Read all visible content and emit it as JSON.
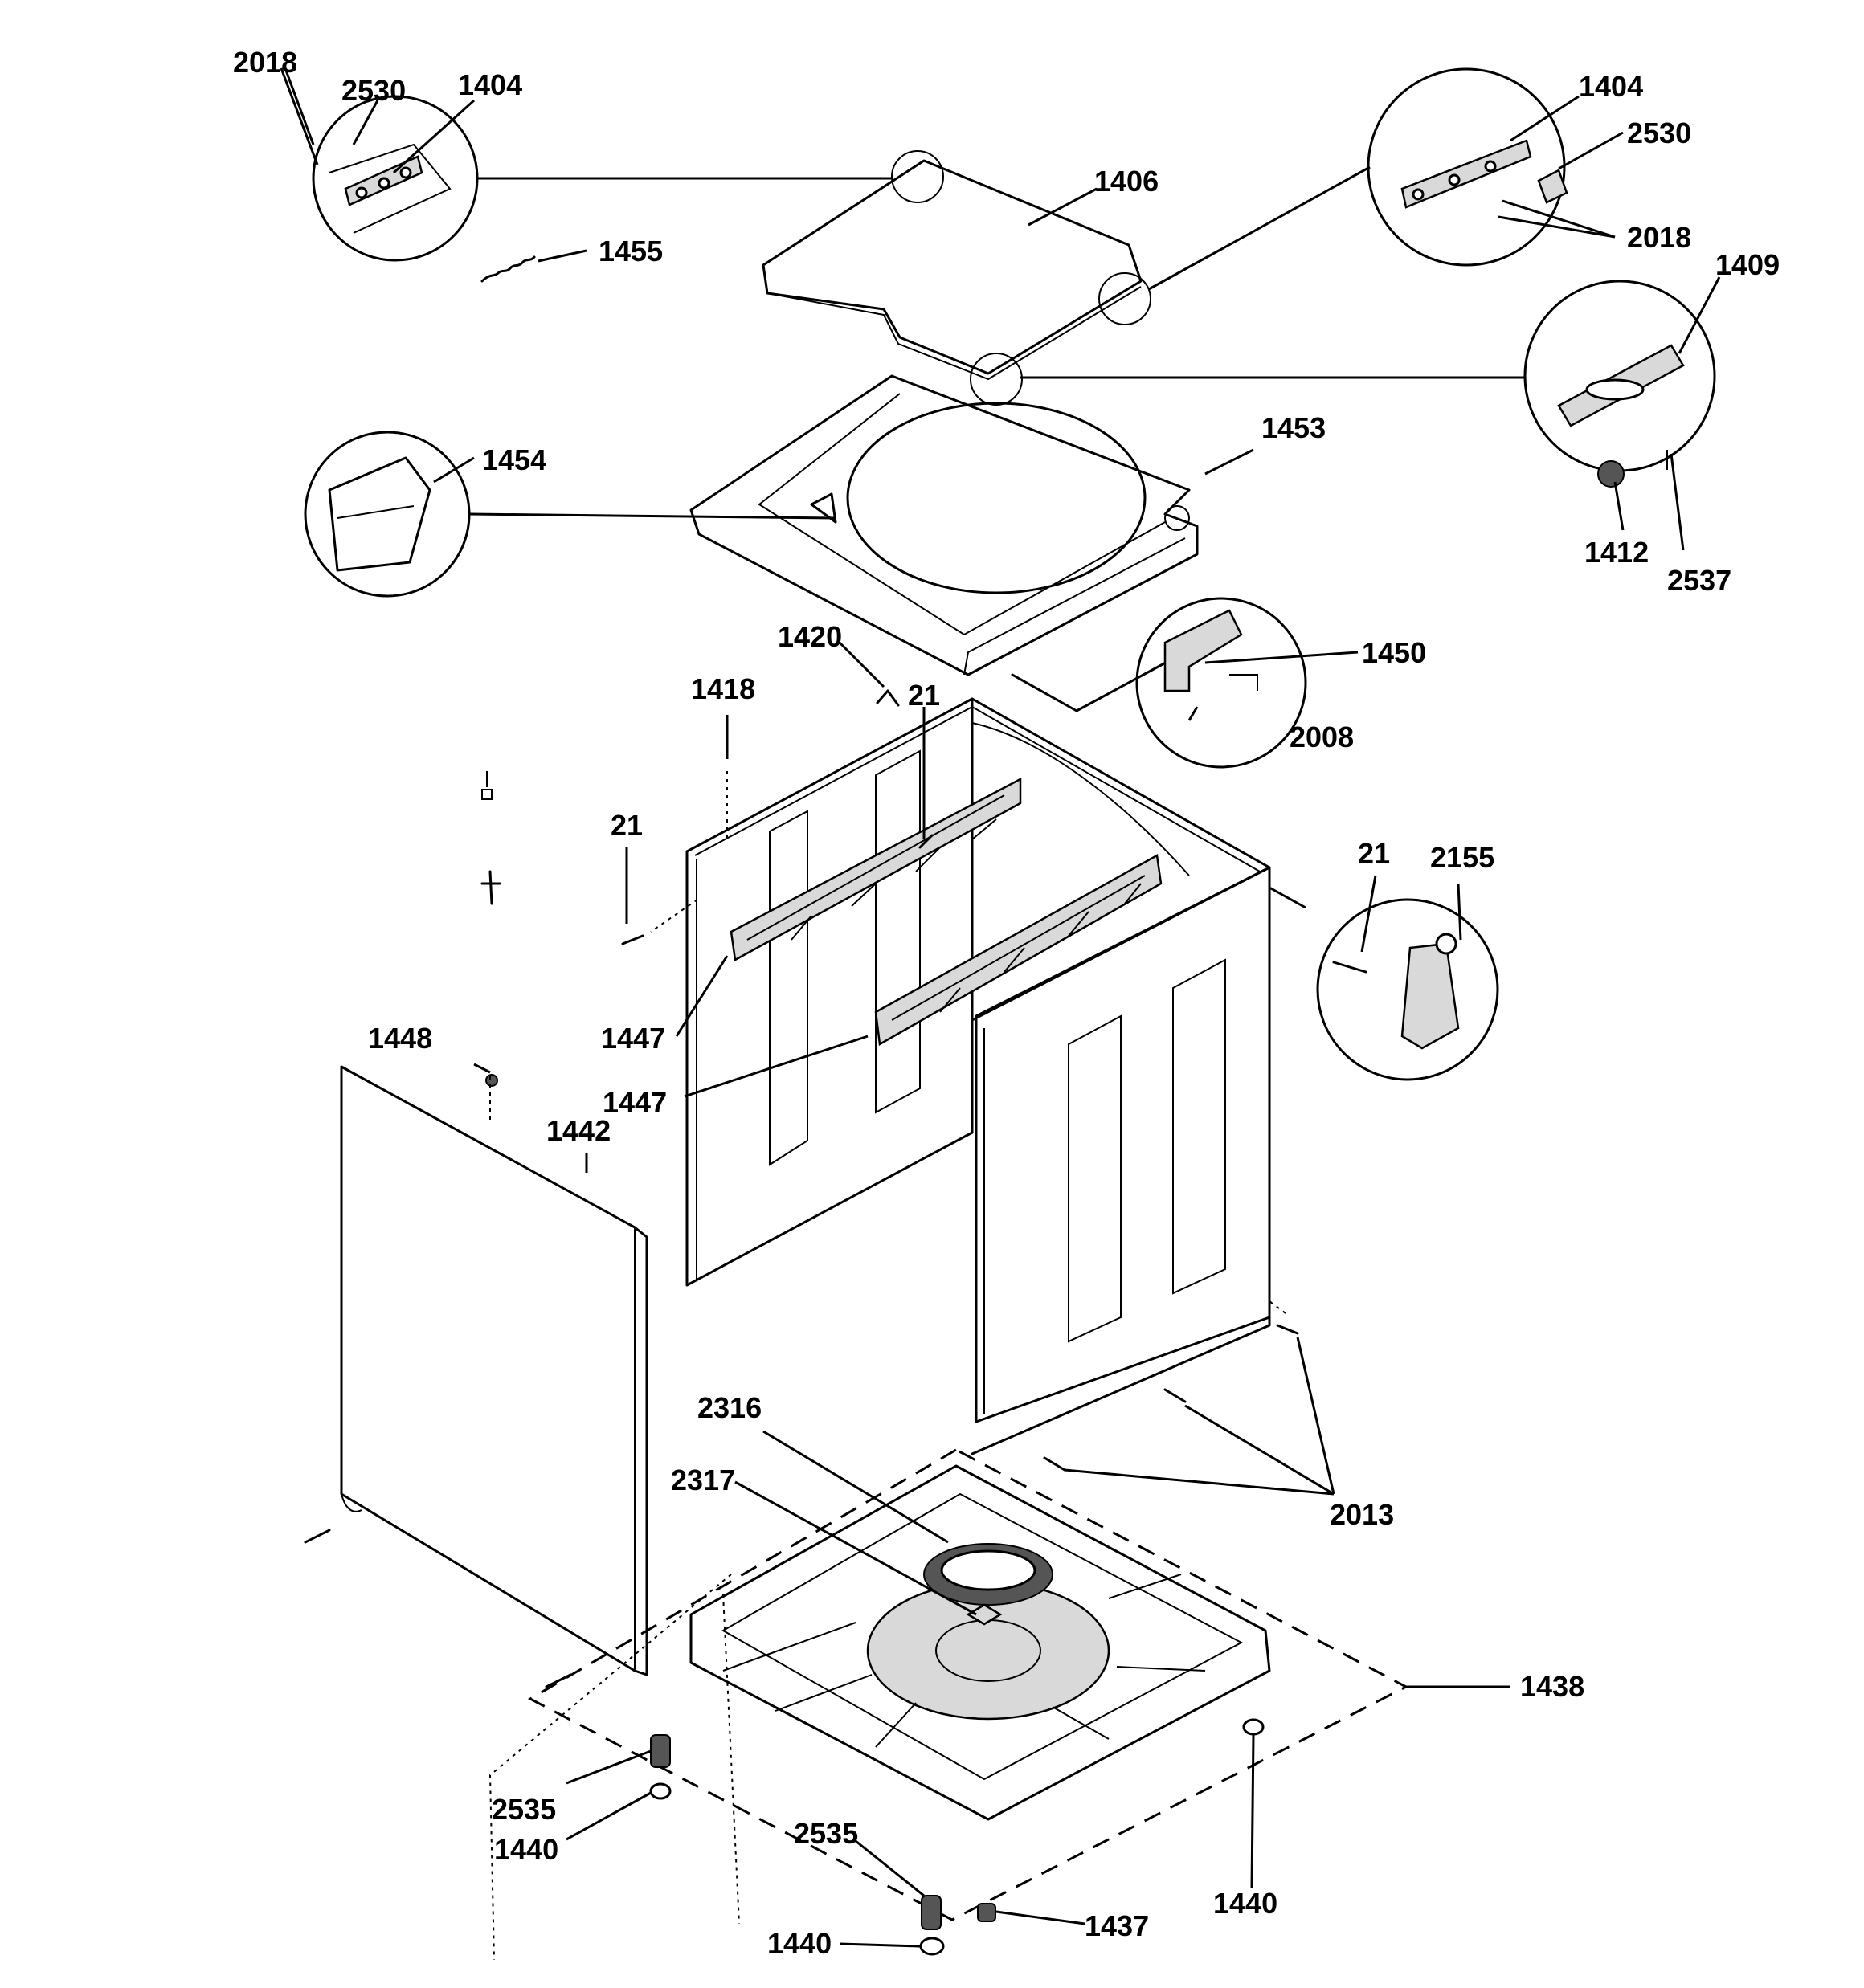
{
  "labels": [
    {
      "id": "2018-a",
      "text": "2018"
    },
    {
      "id": "2530-a",
      "text": "2530"
    },
    {
      "id": "1404-a",
      "text": "1404"
    },
    {
      "id": "1455",
      "text": "1455"
    },
    {
      "id": "1406",
      "text": "1406"
    },
    {
      "id": "1404-b",
      "text": "1404"
    },
    {
      "id": "2530-b",
      "text": "2530"
    },
    {
      "id": "2018-b",
      "text": "2018"
    },
    {
      "id": "1409",
      "text": "1409"
    },
    {
      "id": "1453",
      "text": "1453"
    },
    {
      "id": "1454",
      "text": "1454"
    },
    {
      "id": "1412",
      "text": "1412"
    },
    {
      "id": "2537",
      "text": "2537"
    },
    {
      "id": "1420",
      "text": "1420"
    },
    {
      "id": "1450",
      "text": "1450"
    },
    {
      "id": "1418",
      "text": "1418"
    },
    {
      "id": "21-a",
      "text": "21"
    },
    {
      "id": "2008",
      "text": "2008"
    },
    {
      "id": "21-b",
      "text": "21"
    },
    {
      "id": "21-c",
      "text": "21"
    },
    {
      "id": "2155",
      "text": "2155"
    },
    {
      "id": "1447-a",
      "text": "1447"
    },
    {
      "id": "1448",
      "text": "1448"
    },
    {
      "id": "1447-b",
      "text": "1447"
    },
    {
      "id": "1442",
      "text": "1442"
    },
    {
      "id": "2316",
      "text": "2316"
    },
    {
      "id": "2317",
      "text": "2317"
    },
    {
      "id": "2013",
      "text": "2013"
    },
    {
      "id": "1438",
      "text": "1438"
    },
    {
      "id": "2535-a",
      "text": "2535"
    },
    {
      "id": "1440-a",
      "text": "1440"
    },
    {
      "id": "2535-b",
      "text": "2535"
    },
    {
      "id": "1440-b",
      "text": "1440"
    },
    {
      "id": "1437",
      "text": "1437"
    },
    {
      "id": "1440-c",
      "text": "1440"
    }
  ]
}
